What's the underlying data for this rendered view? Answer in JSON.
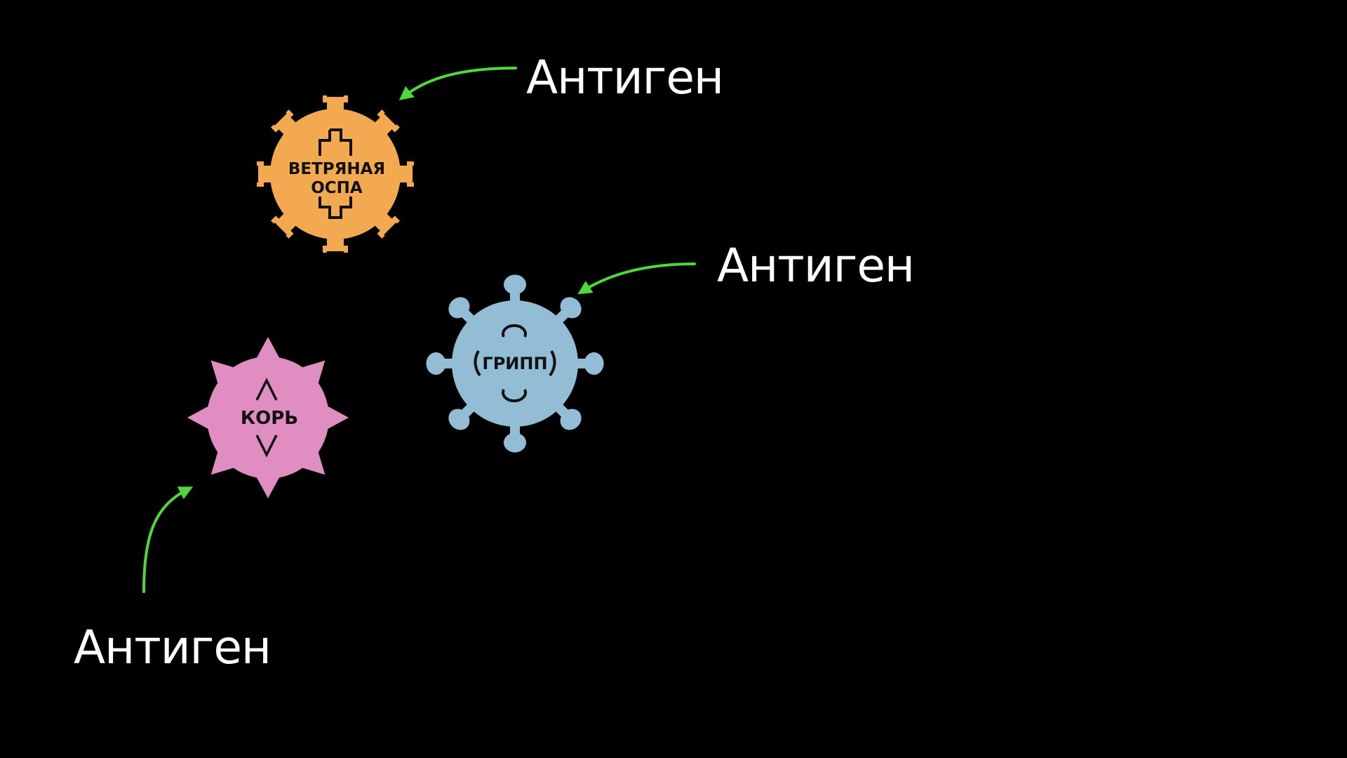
{
  "labels": {
    "varicella": "Антиген",
    "flu": "Антиген",
    "measles": "Антиген"
  },
  "viruses": {
    "varicella": {
      "line1": "ВЕТРЯНАЯ",
      "line2": "ОСПА",
      "color": "#F2A950"
    },
    "flu": {
      "text": "ГРИПП",
      "color": "#93BDD4"
    },
    "measles": {
      "text": "КОРЬ",
      "color": "#E08EC2"
    }
  },
  "colors": {
    "background": "#000000",
    "arrow": "#4FD83A",
    "text": "#FFFFFF"
  },
  "icons": {
    "varicella": "varicella-virus-icon",
    "flu": "flu-virus-icon",
    "measles": "measles-virus-icon"
  }
}
